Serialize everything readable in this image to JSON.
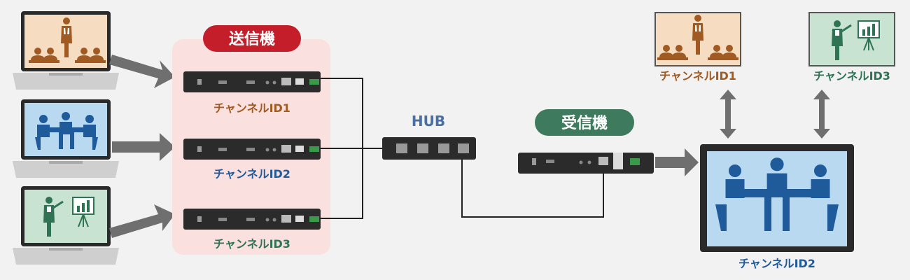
{
  "sender": {
    "title": "送信機"
  },
  "receiver": {
    "title": "受信機"
  },
  "hub": {
    "label": "HUB"
  },
  "channels": [
    {
      "label": "チャンネルID1",
      "color": "#a05a22",
      "scene": "presenter-audience",
      "bg": "#f6dcc0"
    },
    {
      "label": "チャンネルID2",
      "color": "#1f5a9a",
      "scene": "meeting-table",
      "bg": "#b9d9f0"
    },
    {
      "label": "チャンネルID3",
      "color": "#2f7355",
      "scene": "presenter-chart",
      "bg": "#c8e3d2"
    }
  ],
  "displays": {
    "small_left_label": "チャンネルID1",
    "small_right_label": "チャンネルID3",
    "main_label": "チャンネルID2"
  },
  "colors": {
    "sender_badge": "#c41e2a",
    "receiver_badge": "#3d7a5e",
    "sender_panel": "#fbe0e0",
    "hub_label": "#4a6fa5",
    "device": "#2b2b2b",
    "arrow": "#6f6f6f"
  },
  "icons": [
    "laptop-icon",
    "presenter-icon",
    "audience-icon",
    "meeting-icon",
    "chart-board-icon",
    "double-arrow-icon"
  ]
}
